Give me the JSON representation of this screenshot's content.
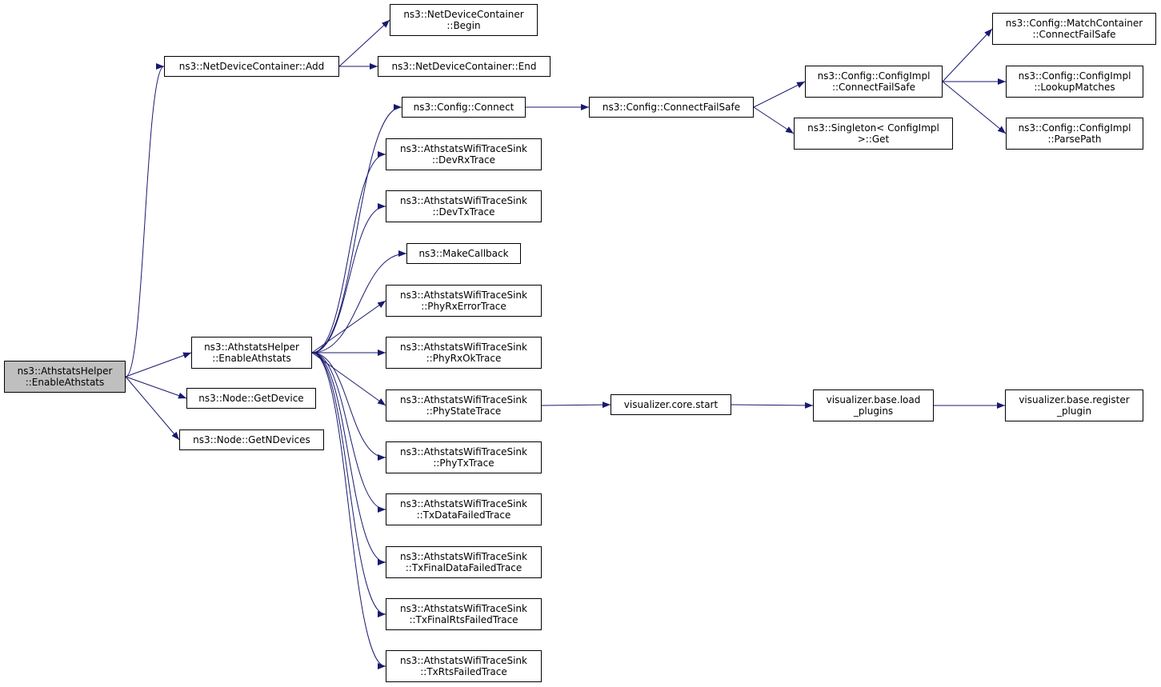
{
  "colors": {
    "edge": "#191970",
    "node_border": "#000000",
    "node_fill": "#ffffff",
    "root_fill": "#bfbfbf"
  },
  "nodes": {
    "root": {
      "line1": "ns3::AthstatsHelper",
      "line2": "::EnableAthstats"
    },
    "ndc_add": {
      "line1": "ns3::NetDeviceContainer::Add",
      "line2": ""
    },
    "ndc_begin": {
      "line1": "ns3::NetDeviceContainer",
      "line2": "::Begin"
    },
    "ndc_end": {
      "line1": "ns3::NetDeviceContainer::End",
      "line2": ""
    },
    "enable": {
      "line1": "ns3::AthstatsHelper",
      "line2": "::EnableAthstats"
    },
    "getdevice": {
      "line1": "ns3::Node::GetDevice",
      "line2": ""
    },
    "getndev": {
      "line1": "ns3::Node::GetNDevices",
      "line2": ""
    },
    "connect": {
      "line1": "ns3::Config::Connect",
      "line2": ""
    },
    "devrx": {
      "line1": "ns3::AthstatsWifiTraceSink",
      "line2": "::DevRxTrace"
    },
    "devtx": {
      "line1": "ns3::AthstatsWifiTraceSink",
      "line2": "::DevTxTrace"
    },
    "makecb": {
      "line1": "ns3::MakeCallback",
      "line2": ""
    },
    "phyrxerr": {
      "line1": "ns3::AthstatsWifiTraceSink",
      "line2": "::PhyRxErrorTrace"
    },
    "phyrxok": {
      "line1": "ns3::AthstatsWifiTraceSink",
      "line2": "::PhyRxOkTrace"
    },
    "phystate": {
      "line1": "ns3::AthstatsWifiTraceSink",
      "line2": "::PhyStateTrace"
    },
    "phytx": {
      "line1": "ns3::AthstatsWifiTraceSink",
      "line2": "::PhyTxTrace"
    },
    "txdata": {
      "line1": "ns3::AthstatsWifiTraceSink",
      "line2": "::TxDataFailedTrace"
    },
    "txfinaldata": {
      "line1": "ns3::AthstatsWifiTraceSink",
      "line2": "::TxFinalDataFailedTrace"
    },
    "txfinalrts": {
      "line1": "ns3::AthstatsWifiTraceSink",
      "line2": "::TxFinalRtsFailedTrace"
    },
    "txrts": {
      "line1": "ns3::AthstatsWifiTraceSink",
      "line2": "::TxRtsFailedTrace"
    },
    "cfs": {
      "line1": "ns3::Config::ConnectFailSafe",
      "line2": ""
    },
    "impl_cfs": {
      "line1": "ns3::Config::ConfigImpl",
      "line2": "::ConnectFailSafe"
    },
    "singleton": {
      "line1": "ns3::Singleton< ConfigImpl",
      "line2": ">::Get"
    },
    "mc_cfs": {
      "line1": "ns3::Config::MatchContainer",
      "line2": "::ConnectFailSafe"
    },
    "lookup": {
      "line1": "ns3::Config::ConfigImpl",
      "line2": "::LookupMatches"
    },
    "parse": {
      "line1": "ns3::Config::ConfigImpl",
      "line2": "::ParsePath"
    },
    "viz_start": {
      "line1": "visualizer.core.start",
      "line2": ""
    },
    "viz_load": {
      "line1": "visualizer.base.load",
      "line2": "_plugins"
    },
    "viz_reg": {
      "line1": "visualizer.base.register",
      "line2": "_plugin"
    }
  },
  "edges": [
    [
      "root",
      "ndc_add"
    ],
    [
      "root",
      "enable"
    ],
    [
      "root",
      "getdevice"
    ],
    [
      "root",
      "getndev"
    ],
    [
      "ndc_add",
      "ndc_begin"
    ],
    [
      "ndc_add",
      "ndc_end"
    ],
    [
      "enable",
      "connect"
    ],
    [
      "enable",
      "devrx"
    ],
    [
      "enable",
      "devtx"
    ],
    [
      "enable",
      "makecb"
    ],
    [
      "enable",
      "phyrxerr"
    ],
    [
      "enable",
      "phyrxok"
    ],
    [
      "enable",
      "phystate"
    ],
    [
      "enable",
      "phytx"
    ],
    [
      "enable",
      "txdata"
    ],
    [
      "enable",
      "txfinaldata"
    ],
    [
      "enable",
      "txfinalrts"
    ],
    [
      "enable",
      "txrts"
    ],
    [
      "connect",
      "cfs"
    ],
    [
      "cfs",
      "impl_cfs"
    ],
    [
      "cfs",
      "singleton"
    ],
    [
      "impl_cfs",
      "mc_cfs"
    ],
    [
      "impl_cfs",
      "lookup"
    ],
    [
      "impl_cfs",
      "parse"
    ],
    [
      "phystate",
      "viz_start"
    ],
    [
      "viz_start",
      "viz_load"
    ],
    [
      "viz_load",
      "viz_reg"
    ]
  ]
}
